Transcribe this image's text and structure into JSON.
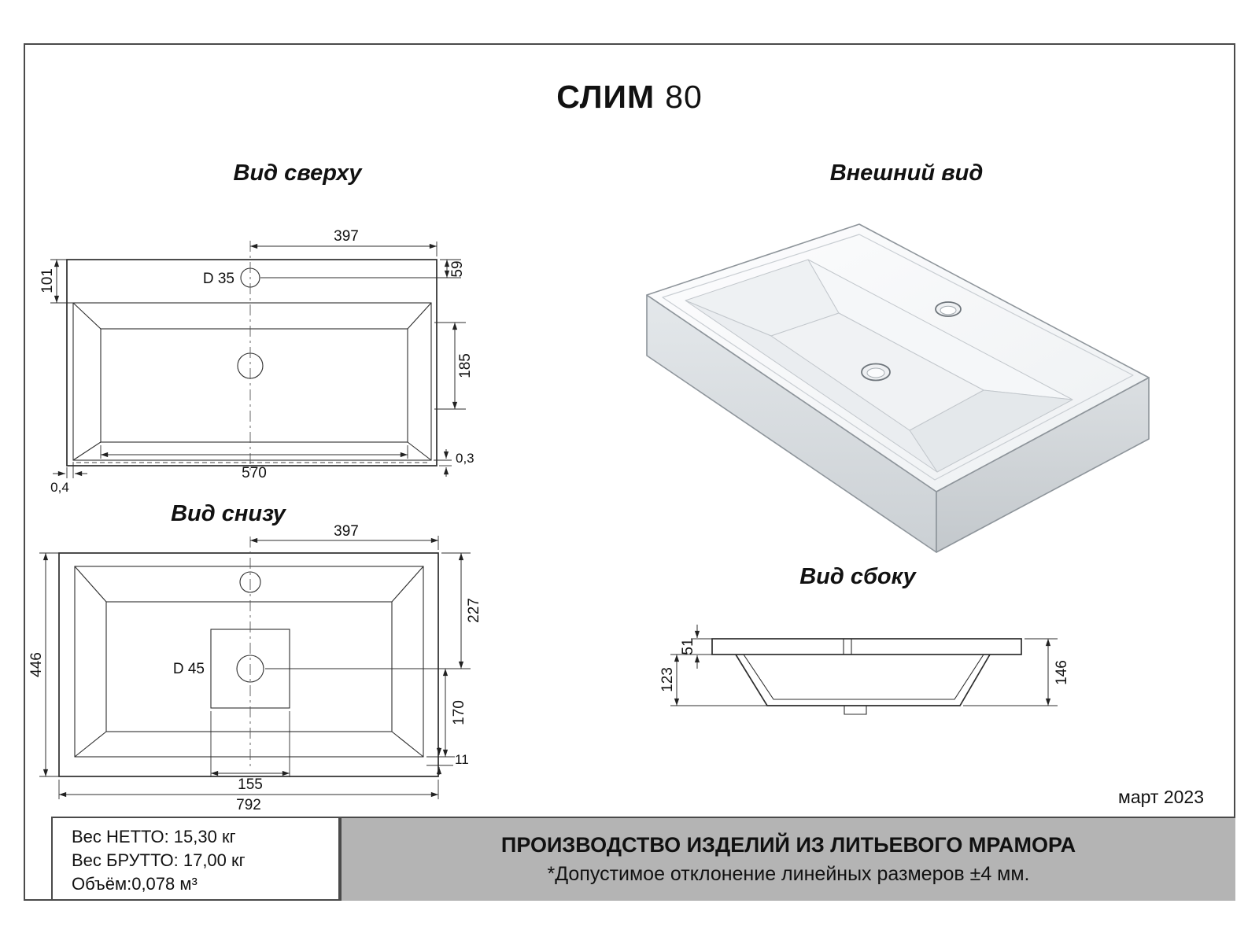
{
  "title": {
    "name": "СЛИМ",
    "size": "80"
  },
  "date": "март 2023",
  "top_view": {
    "label": "Вид сверху",
    "dims": {
      "d35": "D 35",
      "w397": "397",
      "h59": "59",
      "h101": "101",
      "h185": "185",
      "w570": "570",
      "t04": "0,4",
      "t03": "0,3"
    }
  },
  "external_view": {
    "label": "Внешний вид"
  },
  "bottom_view": {
    "label": "Вид снизу",
    "dims": {
      "w397": "397",
      "h227": "227",
      "h170": "170",
      "h446": "446",
      "d45": "D 45",
      "w155": "155",
      "h11": "11",
      "w792": "792"
    }
  },
  "side_view": {
    "label": "Вид сбоку",
    "dims": {
      "h51": "51",
      "h123": "123",
      "h146": "146"
    }
  },
  "footer": {
    "net_weight": "Вес НЕТТО: 15,30 кг",
    "gross_weight": "Вес БРУТТО: 17,00 кг",
    "volume": "Объём:0,078 м³",
    "production_line1": "ПРОИЗВОДСТВО ИЗДЕЛИЙ ИЗ ЛИТЬЕВОГО МРАМОРА",
    "production_line2": "*Допустимое отклонение линейных размеров ±4 мм."
  },
  "colors": {
    "footer_gray": "#b4b4b4",
    "line": "#2d2d2d"
  }
}
